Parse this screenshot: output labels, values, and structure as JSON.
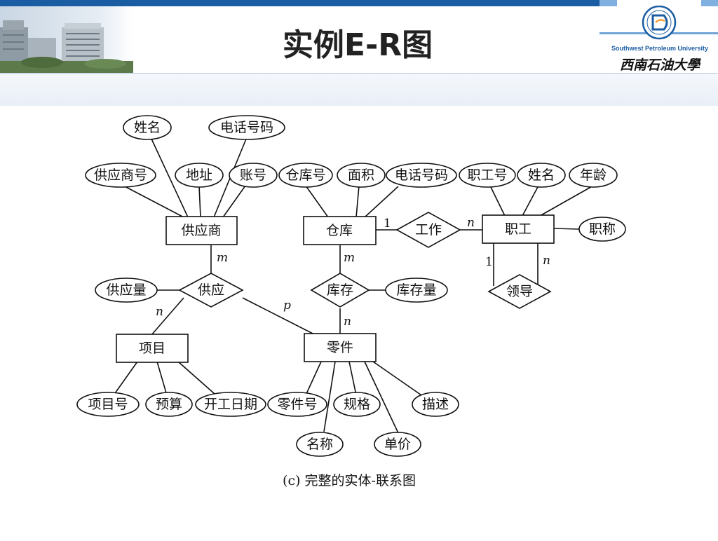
{
  "slide": {
    "title": "实例E-R图",
    "logo": {
      "english": "Southwest Petroleum University",
      "chinese": "西南石油大學"
    }
  },
  "diagram": {
    "caption": "(c)  完整的实体-联系图",
    "entities": {
      "supplier": "供应商",
      "warehouse": "仓库",
      "employee": "职工",
      "project": "项目",
      "part": "零件"
    },
    "relationships": {
      "supply": "供应",
      "stock": "库存",
      "work": "工作",
      "lead": "领导"
    },
    "attributes": {
      "supplier_name": "姓名",
      "supplier_phone": "电话号码",
      "supplier_id": "供应商号",
      "supplier_address": "地址",
      "supplier_account": "账号",
      "warehouse_id": "仓库号",
      "warehouse_area": "面积",
      "warehouse_phone": "电话号码",
      "employee_id": "职工号",
      "employee_name": "姓名",
      "employee_age": "年龄",
      "employee_title": "职称",
      "supply_qty": "供应量",
      "stock_qty": "库存量",
      "project_id": "项目号",
      "project_budget": "预算",
      "project_start": "开工日期",
      "part_id": "零件号",
      "part_spec": "规格",
      "part_desc": "描述",
      "part_name": "名称",
      "part_price": "单价"
    },
    "cardinalities": {
      "supplier_supply": "m",
      "supply_project": "n",
      "supply_part": "p",
      "warehouse_stock": "m",
      "stock_part": "n",
      "warehouse_work": "1",
      "work_employee": "n",
      "lead_left": "1",
      "lead_right": "n"
    }
  }
}
